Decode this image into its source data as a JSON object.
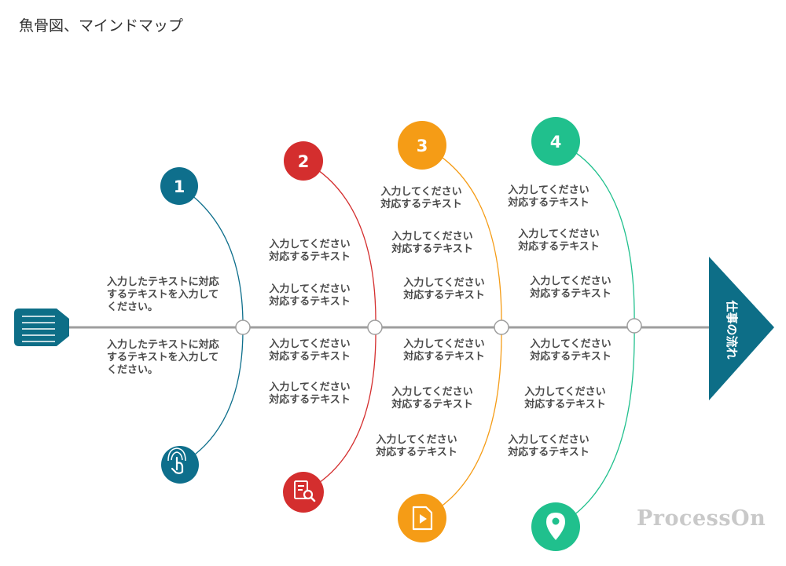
{
  "title": "魚骨図、マインドマップ",
  "head_label": "仕事の流れ",
  "watermark": "ProcessOn",
  "colors": {
    "spine": "#9e9e9e",
    "head": "#0d6e87",
    "b1": "#0e6f8c",
    "b2": "#d42e2e",
    "b3": "#f59c16",
    "b4": "#20c08d",
    "text": "#4a4a4a"
  },
  "branches": [
    {
      "number": "1",
      "icon": "touch-icon"
    },
    {
      "number": "2",
      "icon": "document-search-icon"
    },
    {
      "number": "3",
      "icon": "video-file-icon"
    },
    {
      "number": "4",
      "icon": "location-pin-icon"
    }
  ],
  "labels": {
    "b1_top": "入力したテキストに対応するテキストを入力してください。",
    "b1_bottom": "入力したテキストに対応するテキストを入力してください。",
    "b2_top_1": "入力してください対応するテキスト",
    "b2_top_2": "入力してください対応するテキスト",
    "b2_bottom_1": "入力してください対応するテキスト",
    "b2_bottom_2": "入力してください対応するテキスト",
    "b3_top_1": "入力してください対応するテキスト",
    "b3_top_2": "入力してください対応するテキスト",
    "b3_top_3": "入力してください対応するテキスト",
    "b3_bottom_1": "入力してください対応するテキスト",
    "b3_bottom_2": "入力してください対応するテキスト",
    "b3_bottom_3": "入力してください対応するテキスト",
    "b4_top_1": "入力してください対応するテキスト",
    "b4_top_2": "入力してください対応するテキスト",
    "b4_top_3": "入力してください対応するテキスト",
    "b4_bottom_1": "入力してください対応するテキスト",
    "b4_bottom_2": "入力してください対応するテキスト",
    "b4_bottom_3": "入力してください対応するテキスト"
  }
}
